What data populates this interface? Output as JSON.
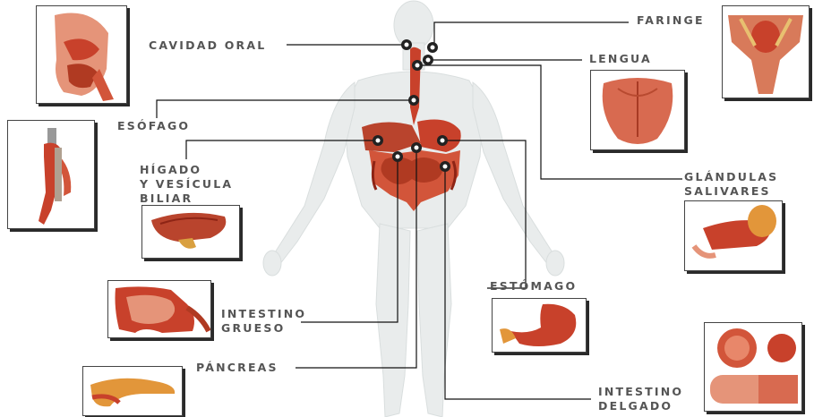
{
  "diagram": {
    "labels": {
      "cavidad_oral": "CAVIDAD ORAL",
      "faringe": "FARINGE",
      "lengua": "LENGUA",
      "esofago": "ESÓFAGO",
      "higado": "HÍGADO\nY VESÍCULA\nBILIAR",
      "glandulas": "GLÁNDULAS\nSALIVARES",
      "estomago": "ESTÓMAGO",
      "intestino_grueso": "INTESTINO\nGRUESO",
      "pancreas": "PÁNCREAS",
      "intestino_delgado": "INTESTINO\nDELGADO"
    },
    "colors": {
      "organ_red": "#c8412b",
      "organ_dark": "#8e2415",
      "organ_light": "#e8876a",
      "body_silhouette": "#e9ecec",
      "leader_line": "#111111",
      "label_text": "#555555"
    },
    "icons": [
      "callout-dot-icon"
    ]
  }
}
